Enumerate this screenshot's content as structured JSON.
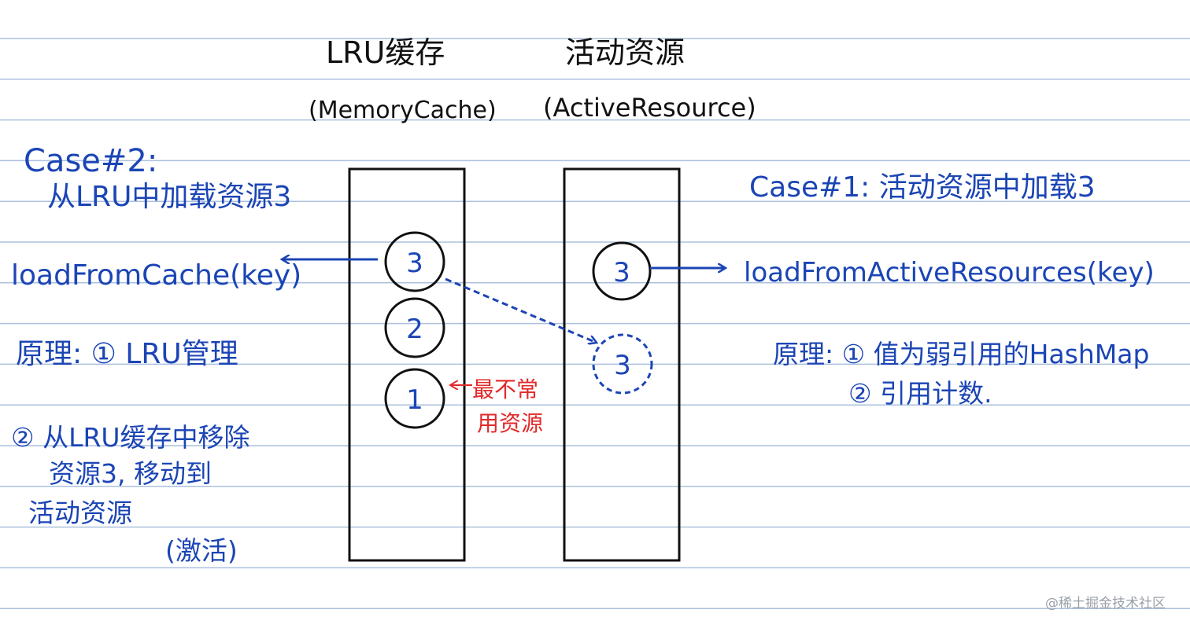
{
  "header": {
    "lru_title": "LRU缓存",
    "lru_subtitle": "(MemoryCache)",
    "active_title": "活动资源",
    "active_subtitle": "(ActiveResource)"
  },
  "left": {
    "case_title": "Case#2:",
    "case_desc": "从LRU中加载资源3",
    "method": "loadFromCache(key)",
    "principle_1": "原理: ① LRU管理",
    "principle_2_line1": "② 从LRU缓存中移除",
    "principle_2_line2": "资源3, 移动到",
    "principle_2_line3": "活动资源",
    "principle_2_line4": "(激活)"
  },
  "right": {
    "case_title": "Case#1: 活动资源中加载3",
    "method": "loadFromActiveResources(key)",
    "principle_1": "原理: ① 值为弱引用的HashMap",
    "principle_2": "② 引用计数."
  },
  "lru_items": [
    "3",
    "2",
    "1"
  ],
  "active_items": [
    "3",
    "3"
  ],
  "lru_note_line1": "最不常",
  "lru_note_line2": "用资源",
  "watermark": "@稀土掘金技术社区",
  "colors": {
    "ink_blue": "#1b45b5",
    "ink_red": "#e02a2a",
    "rule_line": "#abc0de"
  }
}
